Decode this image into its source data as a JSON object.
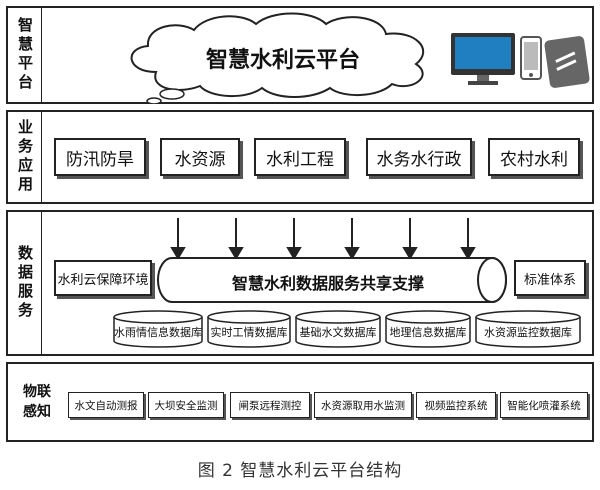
{
  "layers": {
    "smart": {
      "label": "智慧平台",
      "cloud_title": "智慧水利云平台"
    },
    "business": {
      "label": "业务应用",
      "items": [
        "防汛防旱",
        "水资源",
        "水利工程",
        "水务水行政",
        "农村水利"
      ]
    },
    "data": {
      "label": "数据服务",
      "left_box": "水利云保障环境",
      "center": "智慧水利数据服务共享支撑",
      "right_box": "标准体系",
      "databases": [
        "水雨情信息数据库",
        "实时工情数据库",
        "基础水文数据库",
        "地理信息数据库",
        "水资源监控数据库"
      ]
    },
    "sensing": {
      "label_line1": "物联",
      "label_line2": "感知",
      "items": [
        "水文自动测报",
        "大坝安全监测",
        "闸泵远程测控",
        "水资源取用水监测",
        "视频监控系统",
        "智能化喷灌系统"
      ]
    }
  },
  "caption": "图 2    智慧水利云平台结构",
  "colors": {
    "border": "#222222",
    "monitor_blue": "#1f7fc0",
    "device_gray": "#555555"
  },
  "icons": [
    "monitor-icon",
    "phone-icon",
    "tablet-icon",
    "down-arrow-icon"
  ]
}
